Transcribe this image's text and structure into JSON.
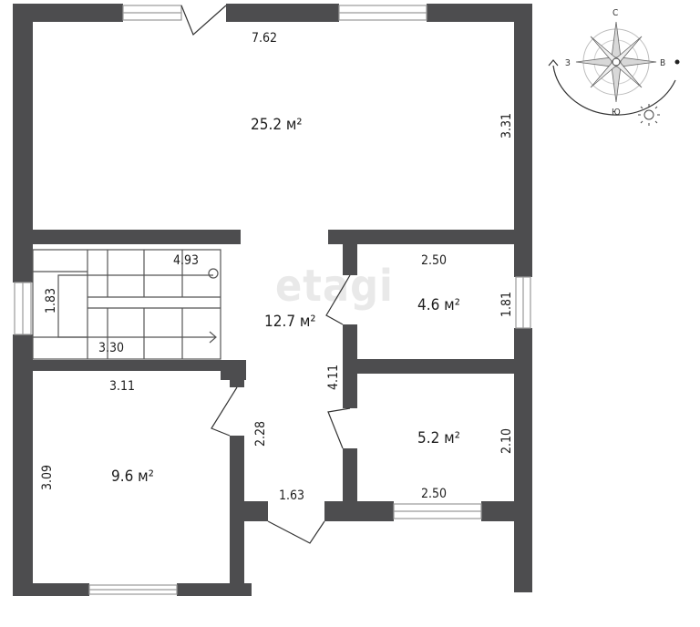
{
  "watermark": "etagi",
  "rooms": [
    {
      "area": "25.2 м²",
      "width": "7.62",
      "height": "3.31"
    },
    {
      "area": "12.7 м²",
      "dim_top": "4.93",
      "dim_side": "4.11",
      "dim_mid": "2.28",
      "dim_bottom": "1.63"
    },
    {
      "area": "4.6 м²",
      "width": "2.50",
      "height": "1.81"
    },
    {
      "area": "5.2 м²",
      "width": "2.50",
      "height": "2.10"
    },
    {
      "area": "9.6 м²",
      "width": "3.11",
      "height": "3.09"
    }
  ],
  "stairs": {
    "height": "1.83",
    "width": "3.30"
  },
  "compass": {
    "north": "С",
    "south": "Ю",
    "west": "З",
    "east": "В"
  },
  "colors": {
    "wall": "#4d4d4f",
    "window": "#9a9a9a",
    "line": "#333333"
  }
}
